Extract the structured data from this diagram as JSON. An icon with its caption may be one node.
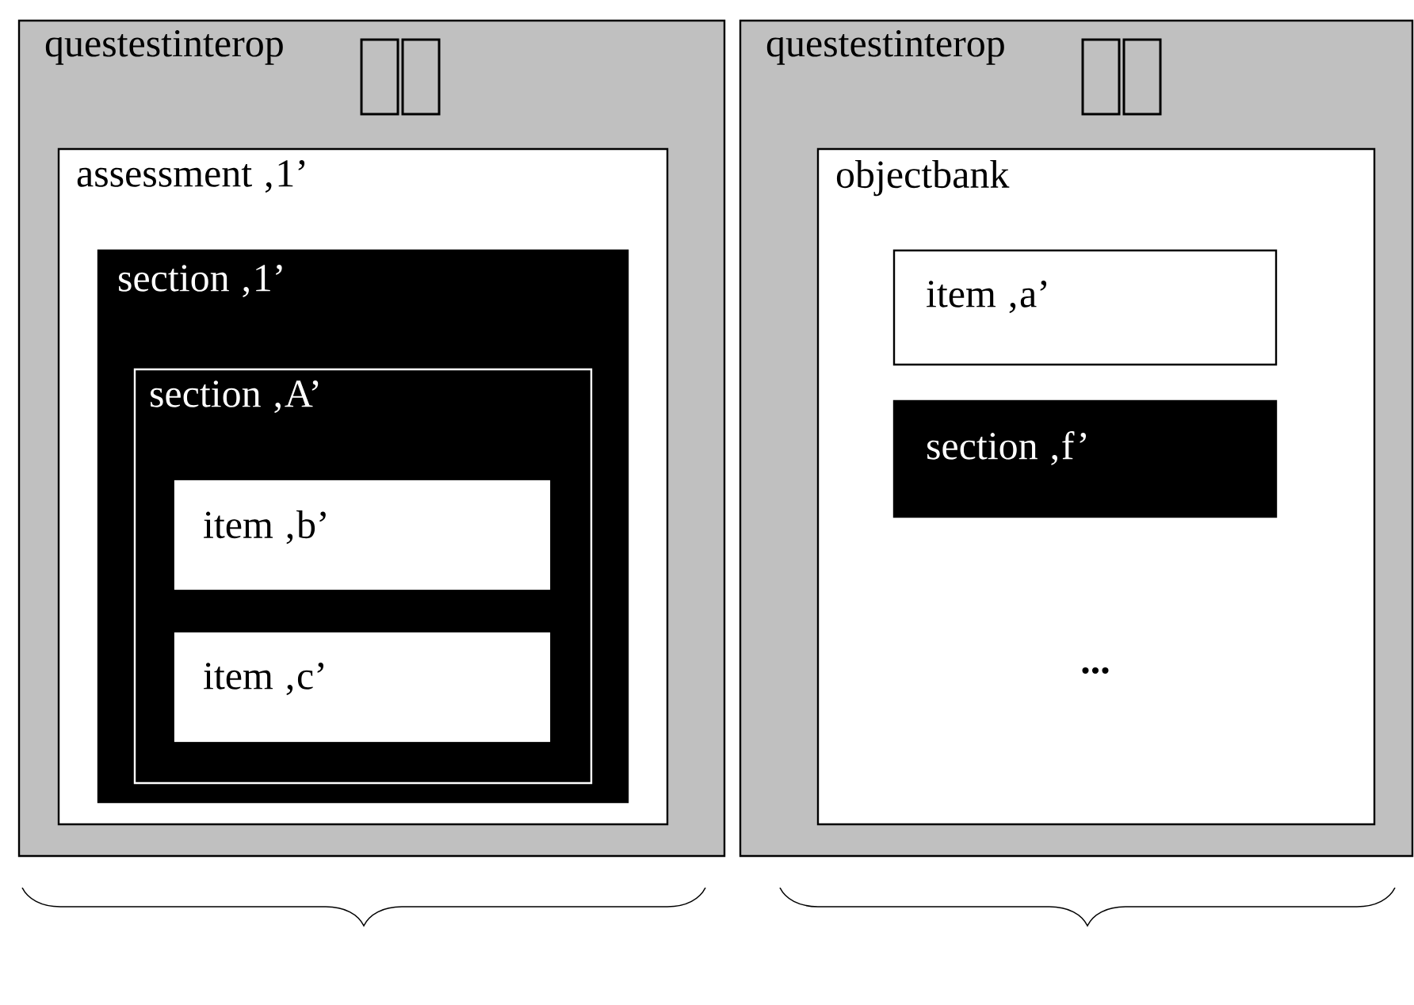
{
  "diagram": {
    "nodes": [
      {
        "text": [
          "questestinterop"
        ]
      },
      {
        "text": [
          "assessment ‚1’"
        ],
        "in": 0
      },
      {
        "text": [
          "section ‚1’"
        ],
        "in": 1
      },
      {
        "text": [
          "section ‚A’"
        ],
        "in": 2
      },
      {
        "text": [
          "item ‚b’"
        ],
        "in": 3
      },
      {
        "text": [
          "item ‚c’"
        ],
        "in": 3
      },
      {
        "text": [
          "questestinterop"
        ]
      },
      {
        "text": [
          "objectbank"
        ],
        "in": 6
      },
      {
        "text": [
          "item ‚a’"
        ],
        "in": 7
      },
      {
        "text": [
          "section ‚f’"
        ],
        "in": 7
      }
    ],
    "labels": [
      "..."
    ]
  }
}
